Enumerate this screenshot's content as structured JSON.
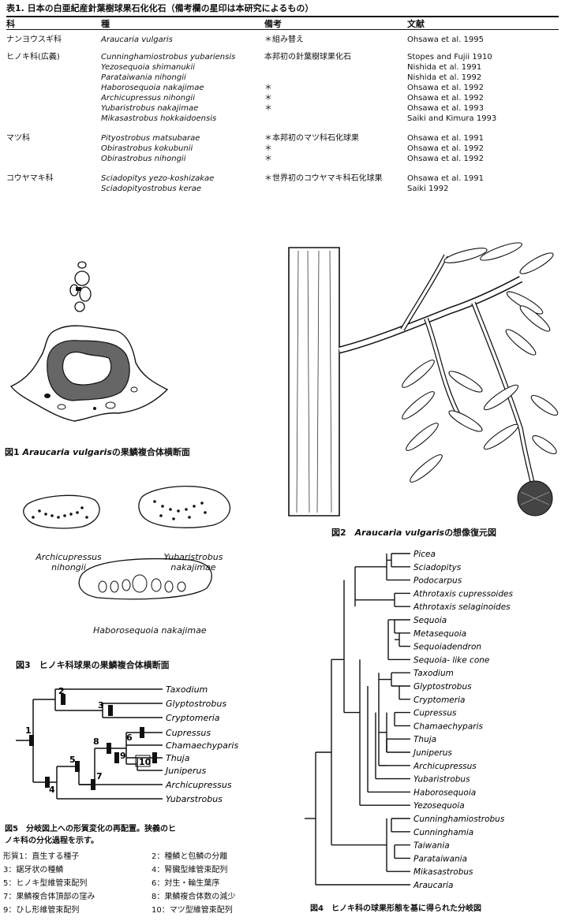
{
  "table": {
    "title": "表1. 日本の白亜紀産針葉樹球果石化化石（備考欄の星印は本研究によるもの）",
    "headers": {
      "family": "科",
      "species": "種",
      "note": "備考",
      "ref": "文献"
    },
    "rows": [
      {
        "family": "ナンヨウスギ科",
        "species": "Araucaria vulgaris",
        "note": "＊組み替え",
        "ref": "Ohsawa et al. 1995"
      },
      {
        "family": "ヒノキ科(広義)",
        "species": "Cunninghamiostrobus yubariensis",
        "note": "本邦初の針葉樹球果化石",
        "ref": "Stopes and Fujii 1910"
      },
      {
        "family": "",
        "species": "Yezosequoia shimanukii",
        "note": "",
        "ref": "Nishida et al. 1991"
      },
      {
        "family": "",
        "species": "Parataiwania nihongii",
        "note": "",
        "ref": "Nishida et al. 1992"
      },
      {
        "family": "",
        "species": "Haborosequoia nakajimae",
        "note": "＊",
        "ref": "Ohsawa et al. 1992"
      },
      {
        "family": "",
        "species": "Archicupressus nihongii",
        "note": "＊",
        "ref": "Ohsawa et al. 1992"
      },
      {
        "family": "",
        "species": "Yubaristrobus nakajimae",
        "note": "＊",
        "ref": "Ohsawa et al. 1993"
      },
      {
        "family": "",
        "species": "Mikasastrobus hokkaidoensis",
        "note": "",
        "ref": "Saiki and Kimura 1993"
      },
      {
        "family": "マツ科",
        "species": "Pityostrobus matsubarae",
        "note": "＊本邦初のマツ科石化球果",
        "ref": "Ohsawa et al. 1991"
      },
      {
        "family": "",
        "species": "Obirastrobus kokubunii",
        "note": "＊",
        "ref": "Ohsawa et al. 1992"
      },
      {
        "family": "",
        "species": "Obirastrobus nihongii",
        "note": "＊",
        "ref": "Ohsawa et al. 1992"
      },
      {
        "family": "コウヤマキ科",
        "species": "Sciadopitys yezo-koshizakae",
        "note": "＊世界初のコウヤマキ科石化球果",
        "ref": "Ohsawa et al. 1991"
      },
      {
        "family": "",
        "species": "Sciadopityostrobus kerae",
        "note": "",
        "ref": "Saiki 1992"
      }
    ]
  },
  "fig1": {
    "caption_prefix": "図1 ",
    "caption_species": "Araucaria vulgaris",
    "caption_suffix": "の果鱗複合体横断面"
  },
  "fig2": {
    "caption_prefix": "図2　",
    "caption_species": "Araucaria vulgaris",
    "caption_suffix": "の想像復元図"
  },
  "fig3": {
    "labels": [
      "Archicupressus nihongii",
      "Yubaristrobus nakajimae",
      "Haborosequoia nakajimae"
    ],
    "label_lines": [
      [
        "Archicupressus",
        "nihongii"
      ],
      [
        "Yubaristrobus",
        "nakajimae"
      ],
      [
        "Haborosequoia nakajimae"
      ]
    ],
    "caption": "図3　ヒノキ科球果の果鱗複合体横断面"
  },
  "fig5": {
    "taxa": [
      "Taxodium",
      "Glyptostrobus",
      "Cryptomeria",
      "Cupressus",
      "Chamaechyparis",
      "Thuja",
      "Juniperus",
      "Archicupressus",
      "Yubarstrobus"
    ],
    "node_numbers": [
      "1",
      "2",
      "3",
      "4",
      "5",
      "6",
      "7",
      "8",
      "9",
      "10"
    ],
    "caption_line1": "図5　分岐図上への形質変化の再配置。狭義のヒ",
    "caption_line2": "ノキ科の分化過程を示す。",
    "characters": [
      "形質1：直生する種子",
      "2：種鱗と包鱗の分離",
      "3：鋸牙状の種鱗",
      "4：腎臓型維管束配列",
      "5：ヒノキ型維管束配列",
      "6：対生・輪生葉序",
      "7：果鱗複合体頂部の窪み",
      "8：果鱗複合体数の減少",
      "9：ひし形維管束配列",
      "10：マツ型維管束配列"
    ]
  },
  "fig4": {
    "taxa": [
      "Picea",
      "Sciadopitys",
      "Podocarpus",
      "Athrotaxis cupressoides",
      "Athrotaxis selaginoides",
      "Sequoia",
      "Metasequoia",
      "Sequoiadendron",
      "Sequoia- like cone",
      "Taxodium",
      "Glyptostrobus",
      "Cryptomeria",
      "Cupressus",
      "Chamaechyparis",
      "Thuja",
      "Juniperus",
      "Archicupressus",
      "Yubaristrobus",
      "Haborosequoia",
      "Yezosequoia",
      "Cunninghamiostrobus",
      "Cunninghamia",
      "Taiwania",
      "Parataiwania",
      "Mikasastrobus",
      "Araucaria"
    ],
    "caption": "図4　ヒノキ科の球果形態を基に得られた分岐図"
  }
}
